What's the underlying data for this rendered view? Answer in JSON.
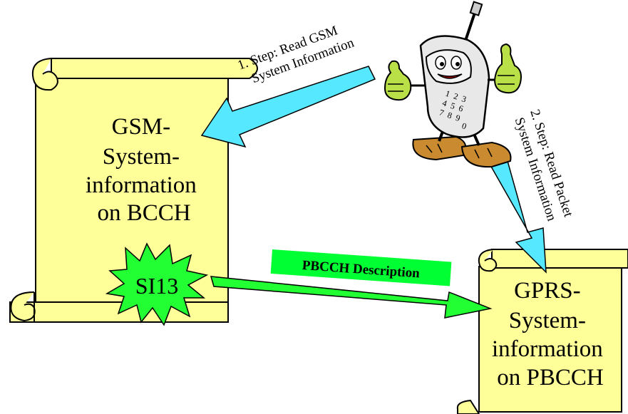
{
  "colors": {
    "scroll_fill": "#ffff99",
    "scroll_stroke": "#000000",
    "arrow_cyan": "#55e8ff",
    "arrow_green": "#22ff33",
    "burst_green": "#22ff33",
    "label_bg": "#00ff33",
    "phone_body": "#e8e8e8",
    "phone_glove": "#b9e046",
    "phone_boot": "#c98a30"
  },
  "step1": {
    "line1": "1. Step: Read GSM",
    "line2": "System Information"
  },
  "step2": {
    "line1": "2. Step: Read Packet",
    "line2": "System Information"
  },
  "gsm_scroll": {
    "lines": [
      "GSM-",
      "System-",
      "information",
      "on BCCH"
    ]
  },
  "si13": {
    "label": "SI13"
  },
  "pbcch_label": {
    "text": "PBCCH Description"
  },
  "gprs_scroll": {
    "lines": [
      "GPRS-",
      "System-",
      "information",
      "on PBCCH"
    ]
  },
  "phone": {
    "icon": "cartoon-mobile-phone-icon",
    "screen_text": "",
    "keys": [
      "1",
      "2",
      "3",
      "4",
      "5",
      "6",
      "7",
      "8",
      "9",
      "0"
    ]
  }
}
